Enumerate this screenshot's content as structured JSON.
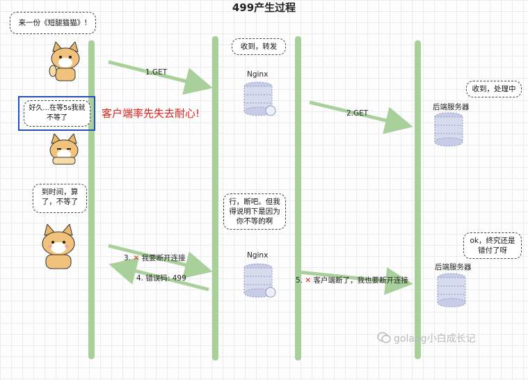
{
  "title": "499产生过程",
  "annotation": "客户端率先失去耐心!",
  "bubbles": {
    "client_1": "来一份《短腿猫猫》!",
    "client_2": "好久...在等5s我就不等了",
    "client_3": "到时间，算了，不等了",
    "nginx_1": "收到，转发",
    "nginx_2": "行，断吧。但我得说明下是因为你不等的啊",
    "backend_1": "收到，处理中",
    "backend_2": "ok，终究还是错付了呀"
  },
  "nodes": {
    "nginx": "Nginx",
    "backend": "后端服务器"
  },
  "arrows": {
    "a1": "1.GET",
    "a2": "2.GET",
    "a3": "3. ",
    "a3_text": "我要断开连接",
    "a4": "4. 错误码: 499",
    "a5": "5. ",
    "a5_text": "客户端断了，我也要断开连接",
    "cross": "✕"
  },
  "watermark": "golang小白成长记",
  "colors": {
    "lifeline": "#a9d09a",
    "arrow": "#a9d09a",
    "annotation": "#e0201a",
    "highlight_box": "#1f4fb8",
    "server": "#8c99c8"
  }
}
